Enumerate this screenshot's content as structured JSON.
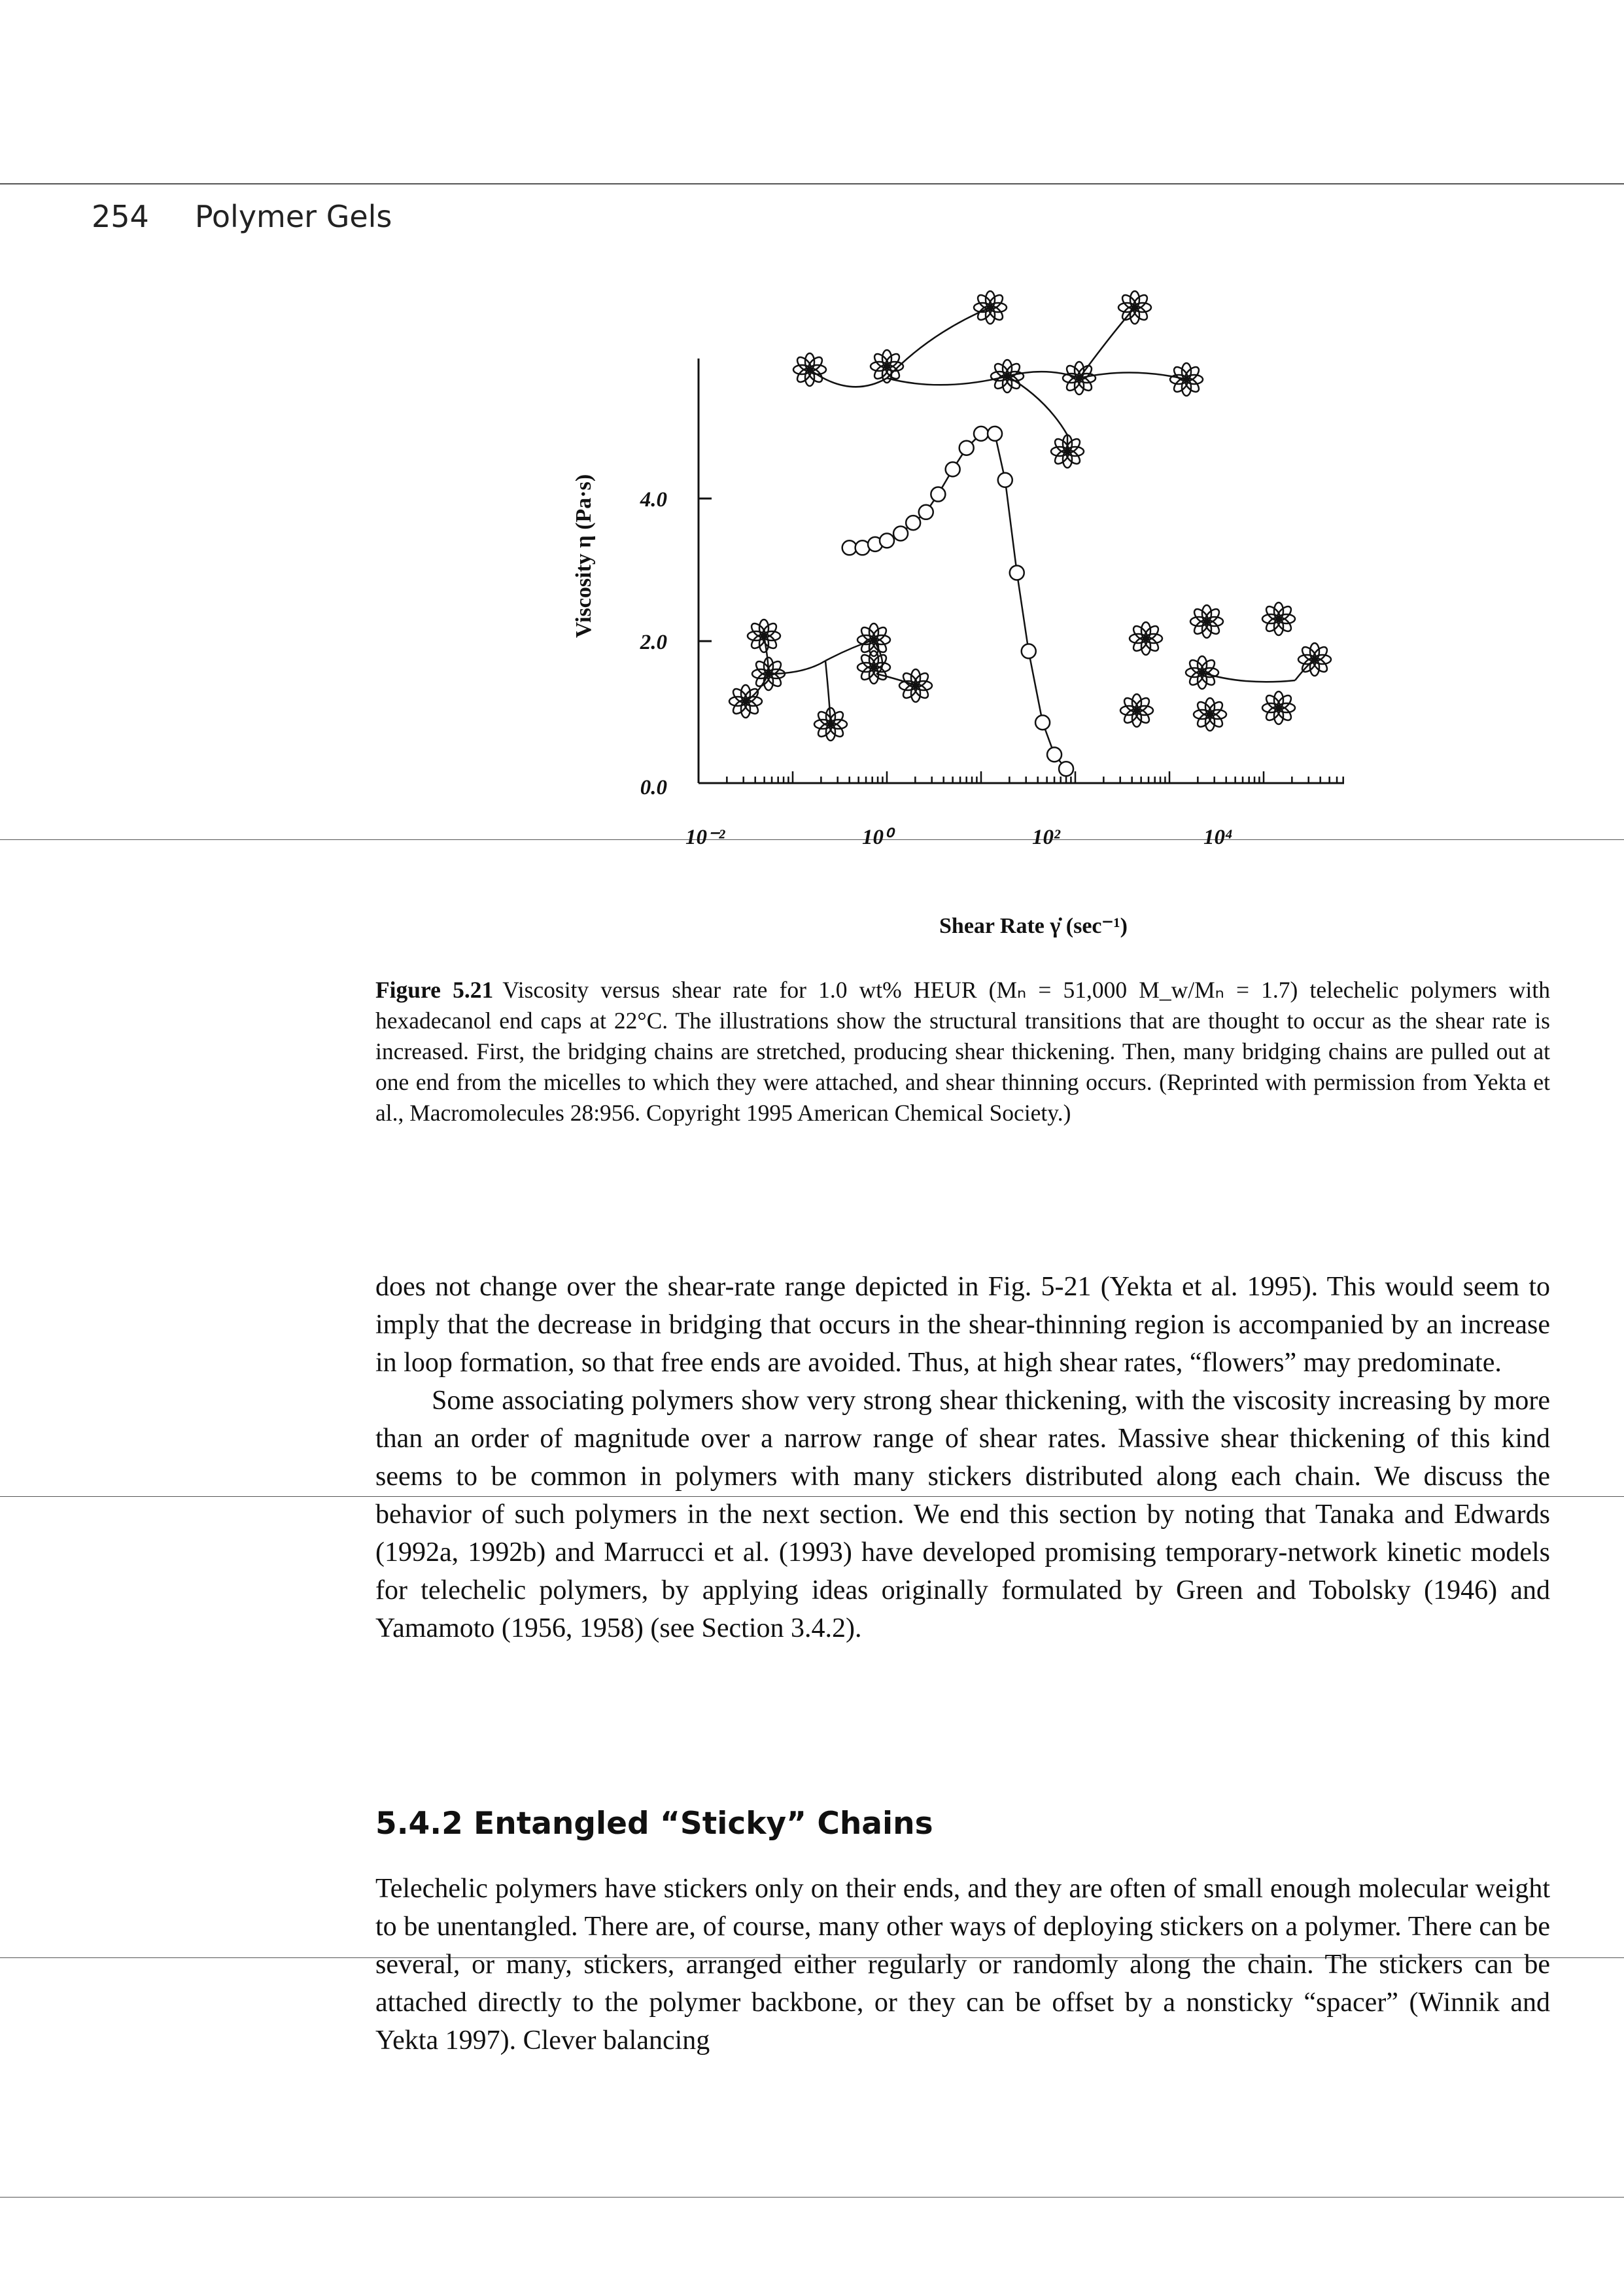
{
  "header": {
    "page_number": "254",
    "book_title": "Polymer Gels"
  },
  "figure": {
    "y_axis_label": "Viscosity η (Pa·s)",
    "y_tick_labels": [
      "0.0",
      "2.0",
      "4.0"
    ],
    "x_tick_labels": [
      "10⁻²",
      "10⁰",
      "10²",
      "10⁴"
    ],
    "x_axis_label": "Shear Rate γ̇ (sec⁻¹)",
    "caption_label": "Figure 5.21",
    "caption_text": "Viscosity versus shear rate for 1.0 wt% HEUR (Mₙ = 51,000 M_w/Mₙ = 1.7) telechelic polymers with hexadecanol end caps at 22°C. The illustrations show the structural transitions that are thought to occur as the shear rate is increased. First, the bridging chains are stretched, producing shear thickening. Then, many bridging chains are pulled out at one end from the micelles to which they were attached, and shear thinning occurs. (Reprinted with permission from Yekta et al., Macromolecules 28:956. Copyright 1995 American Chemical Society.)"
  },
  "chart_data": {
    "type": "scatter",
    "title": "",
    "xlabel": "Shear Rate γ̇ (sec⁻¹)",
    "ylabel": "Viscosity η (Pa·s)",
    "x_scale": "log",
    "xlim": [
      0.01,
      100000
    ],
    "ylim": [
      0,
      6
    ],
    "grid": false,
    "series": [
      {
        "marker": "open-circle",
        "points": [
          {
            "x": 0.4,
            "y": 3.3
          },
          {
            "x": 0.55,
            "y": 3.3
          },
          {
            "x": 0.75,
            "y": 3.35
          },
          {
            "x": 1.0,
            "y": 3.4
          },
          {
            "x": 1.4,
            "y": 3.5
          },
          {
            "x": 1.9,
            "y": 3.65
          },
          {
            "x": 2.6,
            "y": 3.8
          },
          {
            "x": 3.5,
            "y": 4.05
          },
          {
            "x": 5.0,
            "y": 4.4
          },
          {
            "x": 7.0,
            "y": 4.7
          },
          {
            "x": 10,
            "y": 4.9
          },
          {
            "x": 14,
            "y": 4.9
          },
          {
            "x": 18,
            "y": 4.25
          },
          {
            "x": 24,
            "y": 2.95
          },
          {
            "x": 32,
            "y": 1.85
          },
          {
            "x": 45,
            "y": 0.85
          },
          {
            "x": 60,
            "y": 0.4
          },
          {
            "x": 80,
            "y": 0.2
          }
        ]
      }
    ]
  },
  "body": {
    "paragraph_1": "does not change over the shear-rate range depicted in Fig. 5-21 (Yekta et al. 1995). This would seem to imply that the decrease in bridging that occurs in the shear-thinning region is accompanied by an increase in loop formation, so that free ends are avoided. Thus, at high shear rates, “flowers” may predominate.",
    "paragraph_2": "Some associating polymers show very strong shear thickening, with the viscosity increasing by more than an order of magnitude over a narrow range of shear rates. Massive shear thickening of this kind seems to be common in polymers with many stickers distributed along each chain. We discuss the behavior of such polymers in the next section. We end this section by noting that Tanaka and Edwards (1992a, 1992b) and Marrucci et al. (1993) have developed promising temporary-network kinetic models for telechelic polymers, by applying ideas originally formulated by Green and Tobolsky (1946) and Yamamoto (1956, 1958) (see Section 3.4.2).",
    "section_heading": "5.4.2 Entangled “Sticky” Chains",
    "paragraph_3": "Telechelic polymers have stickers only on their ends, and they are often of small enough molecular weight to be unentangled. There are, of course, many other ways of deploying stickers on a polymer. There can be several, or many, stickers, arranged either regularly or randomly along the chain. The stickers can be attached directly to the polymer backbone, or they can be offset by a nonsticky “spacer” (Winnik and Yekta 1997). Clever balancing"
  }
}
